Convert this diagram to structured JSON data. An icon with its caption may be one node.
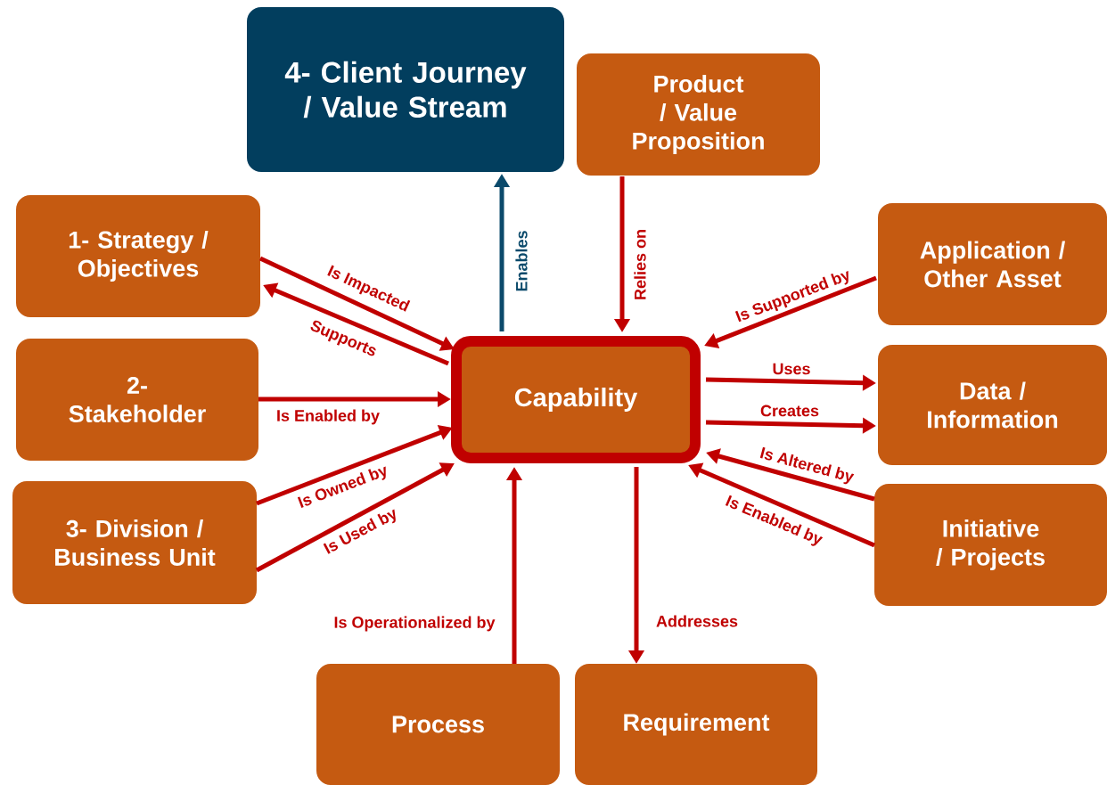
{
  "diagram": {
    "nodes": [
      {
        "text": [
          "4- Client Journey / Value Stream"
        ]
      },
      {
        "text": [
          "Product / Value Proposition"
        ]
      },
      {
        "text": [
          "1- Strategy / Objectives"
        ]
      },
      {
        "text": [
          "Application / Other Asset"
        ]
      },
      {
        "text": [
          "Capability"
        ]
      },
      {
        "text": [
          "2- Stakeholder"
        ]
      },
      {
        "text": [
          "Data / Information"
        ]
      },
      {
        "text": [
          "3- Division / Business Unit"
        ]
      },
      {
        "text": [
          "Initiative / Projects"
        ]
      },
      {
        "text": [
          "Process"
        ]
      },
      {
        "text": [
          "Requirement"
        ]
      }
    ],
    "edges": [
      {
        "from": 4,
        "to": 0,
        "arrow": "to",
        "label": "Enables",
        "color": "#0b4a6b"
      },
      {
        "from": 1,
        "to": 4,
        "arrow": "to",
        "label": "Relies on"
      },
      {
        "from": 2,
        "to": 4,
        "arrow": "to",
        "label": "Is Impacted"
      },
      {
        "from": 4,
        "to": 2,
        "arrow": "to",
        "label": "Supports"
      },
      {
        "from": 5,
        "to": 4,
        "arrow": "to",
        "label": "Is Enabled by"
      },
      {
        "from": 7,
        "to": 4,
        "arrow": "to",
        "label": "Is Owned by"
      },
      {
        "from": 7,
        "to": 4,
        "arrow": "to",
        "label": "Is Used by"
      },
      {
        "from": 9,
        "to": 4,
        "arrow": "to",
        "label": "Is Operationalized by"
      },
      {
        "from": 4,
        "to": 10,
        "arrow": "to",
        "label": "Addresses"
      },
      {
        "from": 3,
        "to": 4,
        "arrow": "to",
        "label": "Is Supported by"
      },
      {
        "from": 4,
        "to": 6,
        "arrow": "to",
        "label": "Uses"
      },
      {
        "from": 4,
        "to": 6,
        "arrow": "to",
        "label": "Creates"
      },
      {
        "from": 8,
        "to": 4,
        "arrow": "to",
        "label": "Is Altered by"
      },
      {
        "from": 8,
        "to": 4,
        "arrow": "to",
        "label": "Is Enabled by"
      }
    ]
  }
}
